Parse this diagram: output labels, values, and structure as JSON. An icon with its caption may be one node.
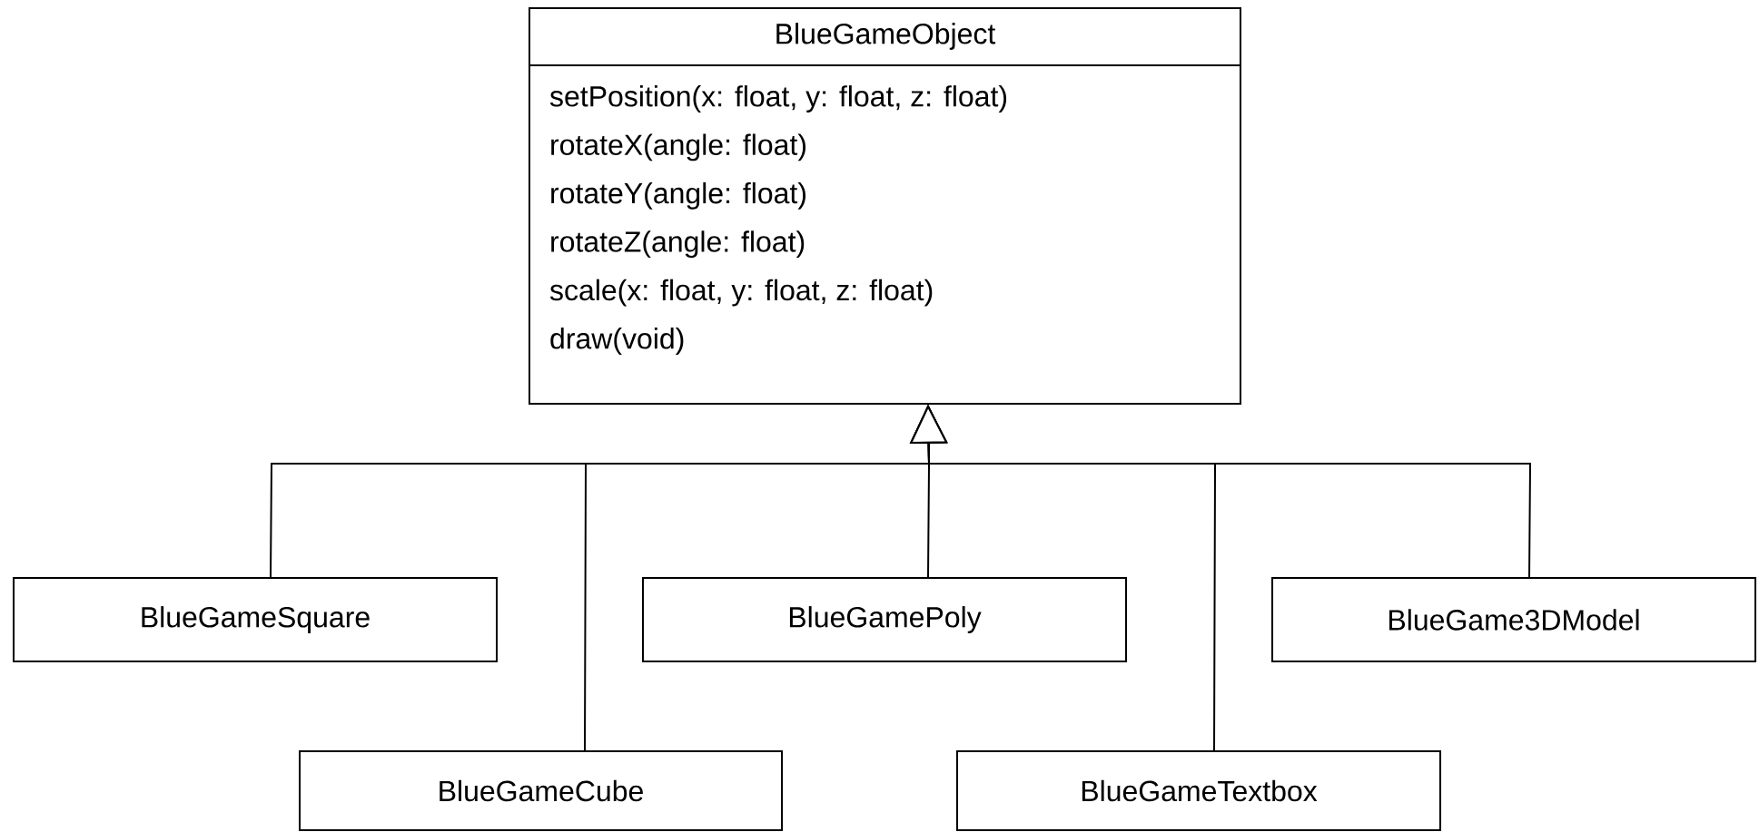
{
  "diagram": {
    "nodes": [
      {
        "text": [
          "BlueGameObject",
          "setPosition(x: float, y: float, z: float)",
          "rotateX(angle: float)",
          "rotateY(angle: float)",
          "rotateZ(angle: float)",
          "scale(x: float, y: float, z: float)",
          "draw(void)"
        ]
      },
      {
        "text": [
          "BlueGameSquare"
        ]
      },
      {
        "text": [
          "BlueGamePoly"
        ]
      },
      {
        "text": [
          "BlueGame3DModel"
        ]
      },
      {
        "text": [
          "BlueGameCube"
        ]
      },
      {
        "text": [
          "BlueGameTextbox"
        ]
      }
    ],
    "edges": [
      {
        "from": 1,
        "to": 0,
        "arrow": "to"
      },
      {
        "from": 4,
        "to": 0,
        "arrow": "to"
      },
      {
        "from": 2,
        "to": 0,
        "arrow": "to"
      },
      {
        "from": 5,
        "to": 0,
        "arrow": "to"
      },
      {
        "from": 3,
        "to": 0,
        "arrow": "to"
      }
    ]
  }
}
